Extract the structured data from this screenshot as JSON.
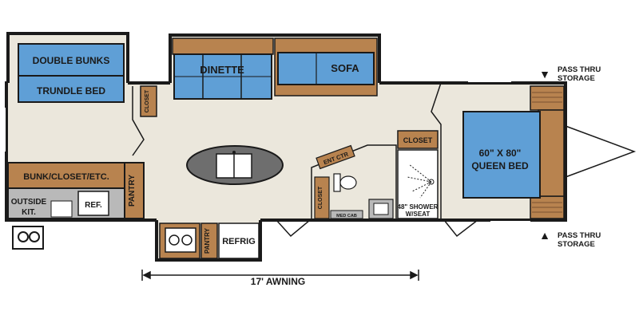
{
  "colors": {
    "floor": "#ebe7dc",
    "blue": "#5f9fd6",
    "brown": "#b8834f",
    "dark": "#1f1f1f",
    "gray": "#b9b9b9",
    "wall": "#1a1a1a"
  },
  "labels": {
    "double_bunks": "DOUBLE BUNKS",
    "trundle_bed": "TRUNDLE BED",
    "dinette": "DINETTE",
    "sofa": "SOFA",
    "closet_left": "CLOSET",
    "bunk_closet": "BUNK/CLOSET/ETC.",
    "pantry_left": "PANTRY",
    "outside_kit_1": "OUTSIDE",
    "outside_kit_2": "KIT.",
    "ref_small": "REF.",
    "pantry_bottom": "PANTRY",
    "refrig": "REFRIG",
    "ent_ctr": "ENT CTR",
    "closet_bath_vertical": "CLOSET",
    "med_cab": "MED CAB",
    "closet_bath": "CLOSET",
    "shower_1": "48\" SHOWER",
    "shower_2": "W/SEAT",
    "queen_bed_1": "60\" X 80\"",
    "queen_bed_2": "QUEEN BED",
    "pass_thru_top_1": "PASS THRU",
    "pass_thru_top_2": "STORAGE",
    "pass_thru_bottom_1": "PASS THRU",
    "pass_thru_bottom_2": "STORAGE",
    "awning": "17' AWNING"
  },
  "icons": {
    "arrow_up": "▲",
    "arrow_down": "▼"
  }
}
